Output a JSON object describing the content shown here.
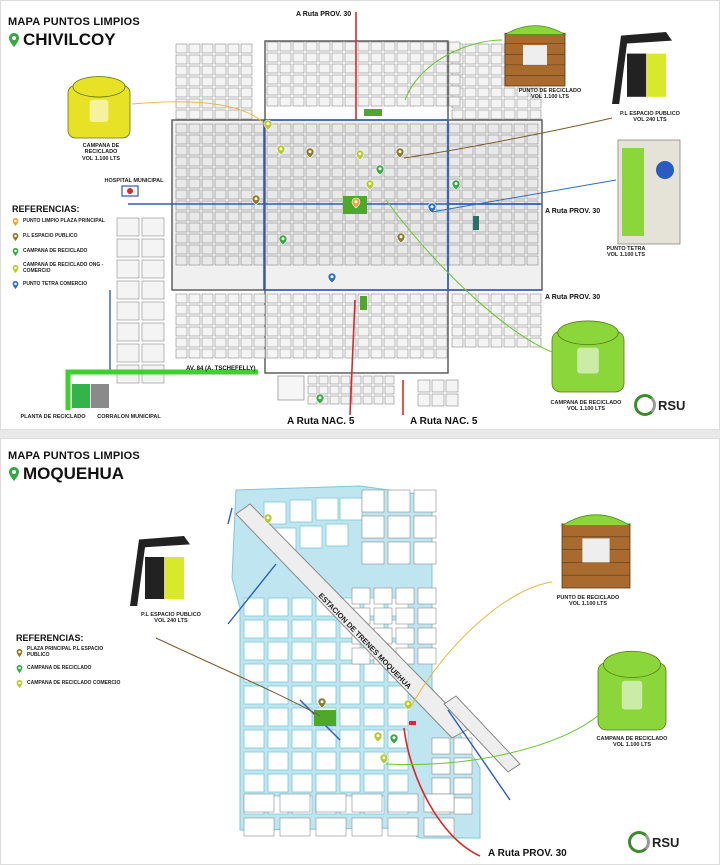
{
  "map1": {
    "title_small": "MAPA PUNTOS LIMPIOS",
    "title_big": "CHIVILCOY",
    "roads": {
      "ruta_prov30_top": "A Ruta PROV. 30",
      "ruta_prov30_right1": "A Ruta PROV. 30",
      "ruta_prov30_right2": "A Ruta PROV. 30",
      "ruta_nac5_left": "A Ruta NAC. 5",
      "ruta_nac5_right": "A Ruta NAC. 5",
      "av84": "AV. 84 (A. TSCHEFELLY)"
    },
    "labels": {
      "campana_left": "CAMPANA DE RECICLADO\nVOL 1.100 LTS",
      "hospital": "HOSPITAL MUNICIPAL",
      "punto_reciclado": "PUNTO DE RECICLADO\nVOL 1.100 LTS",
      "espacio_publico": "P.L ESPACIO PUBLICO\nVOL 240 LTS",
      "punto_tetra": "PUNTO TETRA\nVOL 1.100 LTS",
      "campana_right": "CAMPANA DE RECICLADO\nVOL 1.100 LTS",
      "planta": "PLANTA DE RECICLADO",
      "corralon": "CORRALON MUNICIPAL"
    },
    "refs_title": "REFERENCIAS:",
    "refs": [
      {
        "label": "PUNTO LIMPIO PLAZA PRINCIPAL",
        "color": "#e8a33a"
      },
      {
        "label": "P.L ESPACIO PUBLICO",
        "color": "#8a7a2a"
      },
      {
        "label": "CAMPANA DE RECICLADO",
        "color": "#38a844"
      },
      {
        "label": "CAMPANA DE RECICLADO ONG - COMERCIO",
        "color": "#b6c92c"
      },
      {
        "label": "PUNTO TETRA COMERCIO",
        "color": "#2a6fc0"
      }
    ],
    "logo": "RSU"
  },
  "map2": {
    "title_small": "MAPA PUNTOS LIMPIOS",
    "title_big": "MOQUEHUA",
    "station": "ESTACION DE TRENES MOQUEHUA",
    "roads": {
      "ruta_prov30": "A Ruta PROV. 30"
    },
    "labels": {
      "espacio_publico": "P.L ESPACIO PUBLICO\nVOL 240 LTS",
      "punto_reciclado": "PUNTO DE RECICLADO\nVOL 1.100 LTS",
      "campana": "CAMPANA DE RECICLADO\nVOL 1.100 LTS"
    },
    "refs_title": "REFERENCIAS:",
    "refs": [
      {
        "label": "PLAZA PRINCIPAL P.L ESPACIO PUBLICO",
        "color": "#8a7a2a"
      },
      {
        "label": "CAMPANA DE RECICLADO",
        "color": "#38a844"
      },
      {
        "label": "CAMPANA DE RECICLADO COMERCIO",
        "color": "#b6c92c"
      }
    ],
    "logo": "RSU"
  },
  "colors": {
    "grid_stroke": "#8a8a8a",
    "block_fill": "#f4f4f4",
    "road_red": "#d62a2a",
    "road_blue": "#2a5bc0",
    "accent_green": "#6ac62c",
    "moquehua_block": "#bfe6f0"
  }
}
